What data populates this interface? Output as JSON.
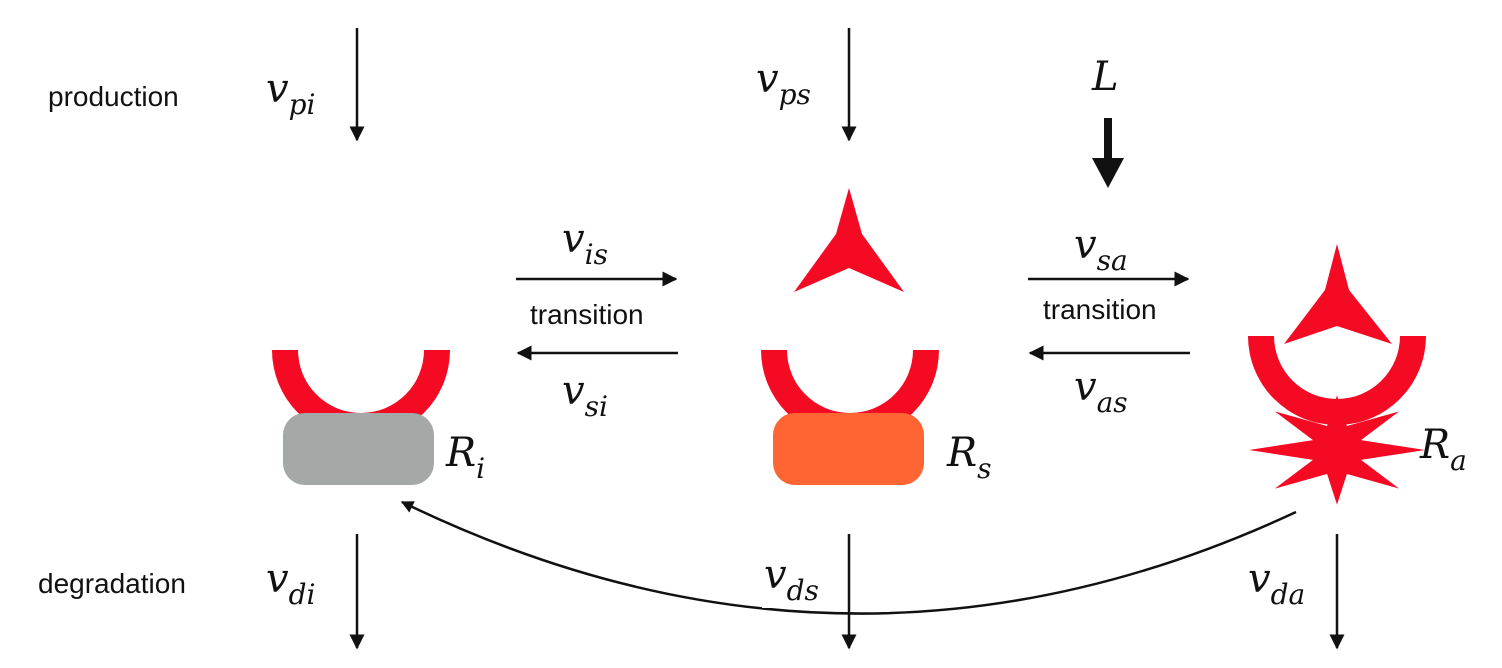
{
  "labels": {
    "production": "production",
    "degradation": "degradation",
    "transition_top": "transition",
    "transition_right": "transition"
  },
  "rates": {
    "v_pi": {
      "main": "v",
      "sub": "pi"
    },
    "v_ps": {
      "main": "v",
      "sub": "ps"
    },
    "v_is": {
      "main": "v",
      "sub": "is"
    },
    "v_si": {
      "main": "v",
      "sub": "si"
    },
    "v_sa": {
      "main": "v",
      "sub": "sa"
    },
    "v_as": {
      "main": "v",
      "sub": "as"
    },
    "v_di": {
      "main": "v",
      "sub": "di"
    },
    "v_ds": {
      "main": "v",
      "sub": "ds"
    },
    "v_da": {
      "main": "v",
      "sub": "da"
    }
  },
  "ligand": "L",
  "states": {
    "R_i": {
      "main": "R",
      "sub": "i"
    },
    "R_s": {
      "main": "R",
      "sub": "s"
    },
    "R_a": {
      "main": "R",
      "sub": "a"
    }
  },
  "colors": {
    "receptor_red": "#f40a23",
    "inactive_gray": "#a4a8a7",
    "sensitive_orange": "#ff6433",
    "arrow": "#111111"
  }
}
